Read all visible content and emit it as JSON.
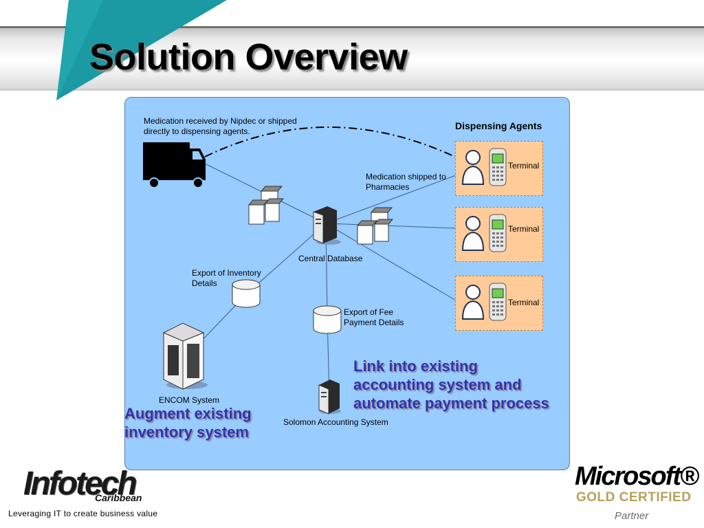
{
  "slide": {
    "title": "Solution Overview"
  },
  "diagram": {
    "shipment_label": "Medication received by Nipdec or shipped directly to dispensing agents.",
    "agents_title": "Dispensing Agents",
    "terminal_label": "Terminal",
    "terminal_count": 3,
    "pharmacy_label": "Medication shipped to Pharmacies",
    "central_db_label": "Central Database",
    "inventory_export_label": "Export of Inventory Details",
    "fee_export_label": "Export of Fee Payment Details",
    "encom_label": "ENCOM System",
    "solomon_label": "Solomon Accounting System"
  },
  "callouts": {
    "accounting": "Link into existing accounting system and automate payment process",
    "inventory": "Augment existing inventory system"
  },
  "footer": {
    "logo_main": "Infotech",
    "logo_sub": "Caribbean",
    "tagline": "Leveraging IT to create business value",
    "ms_logo": "Microsoft®",
    "ms_gold": "GOLD CERTIFIED",
    "ms_partner": "Partner"
  },
  "colors": {
    "panel": "#99ccff",
    "agent_box": "#ffcc99",
    "callout_text": "#3333aa",
    "teal_accent": "#1b9aa4",
    "gold": "#b8a15a"
  }
}
